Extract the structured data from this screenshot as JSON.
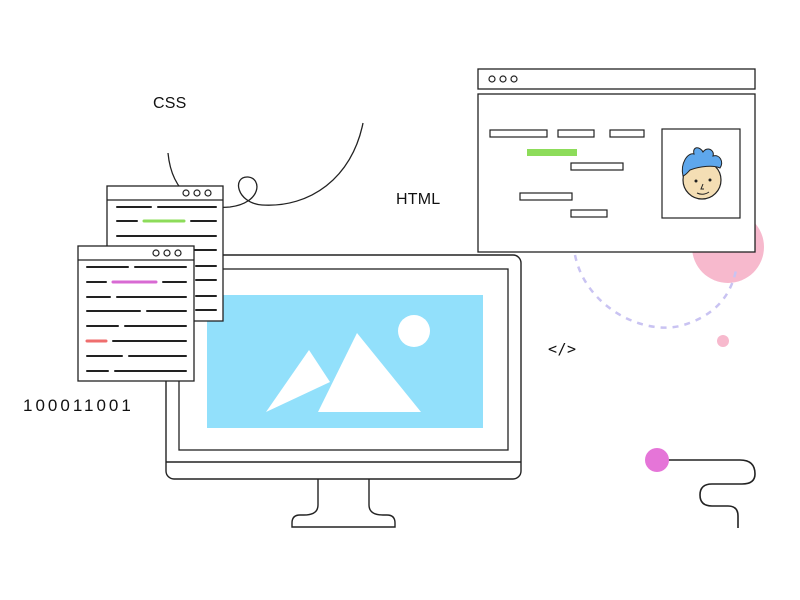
{
  "labels": {
    "css": "CSS",
    "html": "HTML",
    "binary": "100011001",
    "code_tag": "</>"
  },
  "colors": {
    "outline": "#222222",
    "screen_blue": "#92e0fb",
    "pink": "#f7b9cd",
    "magenta": "#e575d8",
    "green_line": "#8ddc5a",
    "purple_line": "#d86ad3",
    "red_line": "#ef6e6e",
    "dashed_purple": "#c9c3f2",
    "face_skin": "#f4deb4",
    "hair_blue": "#5ea7ec"
  },
  "icons": {
    "image_placeholder": "mountain-image-icon",
    "avatar": "cartoon-face-icon",
    "window_controls": "three-dot-window-controls"
  }
}
